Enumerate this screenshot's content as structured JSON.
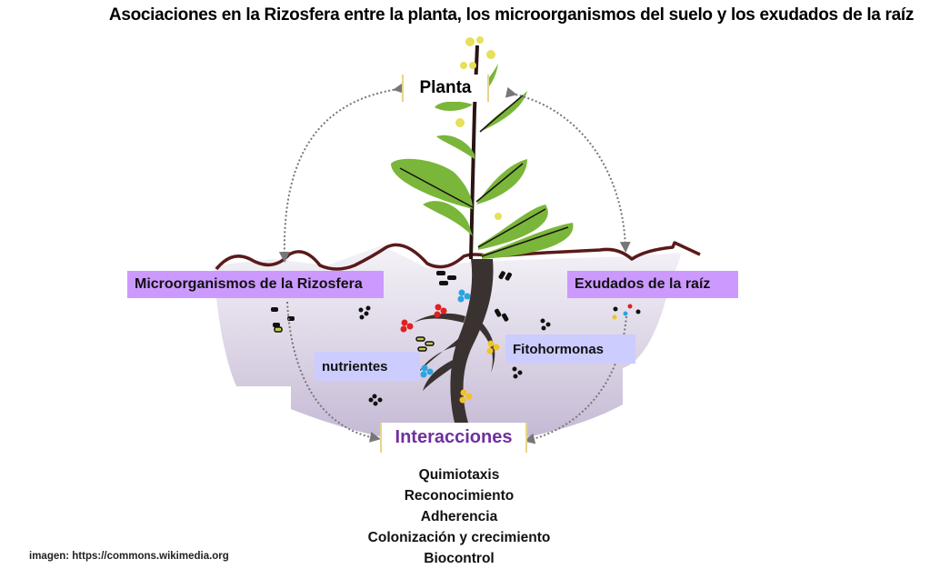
{
  "title": "Asociaciones en la Rizosfera entre la planta, los microorganismos del suelo y los exudados de la raíz",
  "nodes": {
    "planta": "Planta",
    "microorganismos": "Microorganismos de la Rizosfera",
    "exudados": "Exudados de la raíz",
    "fitohormonas": "Fitohormonas",
    "nutrientes": "nutrientes",
    "interacciones": "Interacciones"
  },
  "interactions": [
    "Quimiotaxis",
    "Reconocimiento",
    "Adherencia",
    "Colonización y crecimiento",
    "Biocontrol"
  ],
  "credit": "imagen: https://commons.wikimedia.org",
  "colors": {
    "label_purple": "#cc99ff",
    "label_blue": "#ccccff",
    "interacciones_text": "#7030a0",
    "soil_line": "#5a1a1a",
    "soil_fill": "#d4cce0",
    "leaf": "#7ab63a",
    "root": "#3a3230",
    "arrow": "#777777"
  }
}
